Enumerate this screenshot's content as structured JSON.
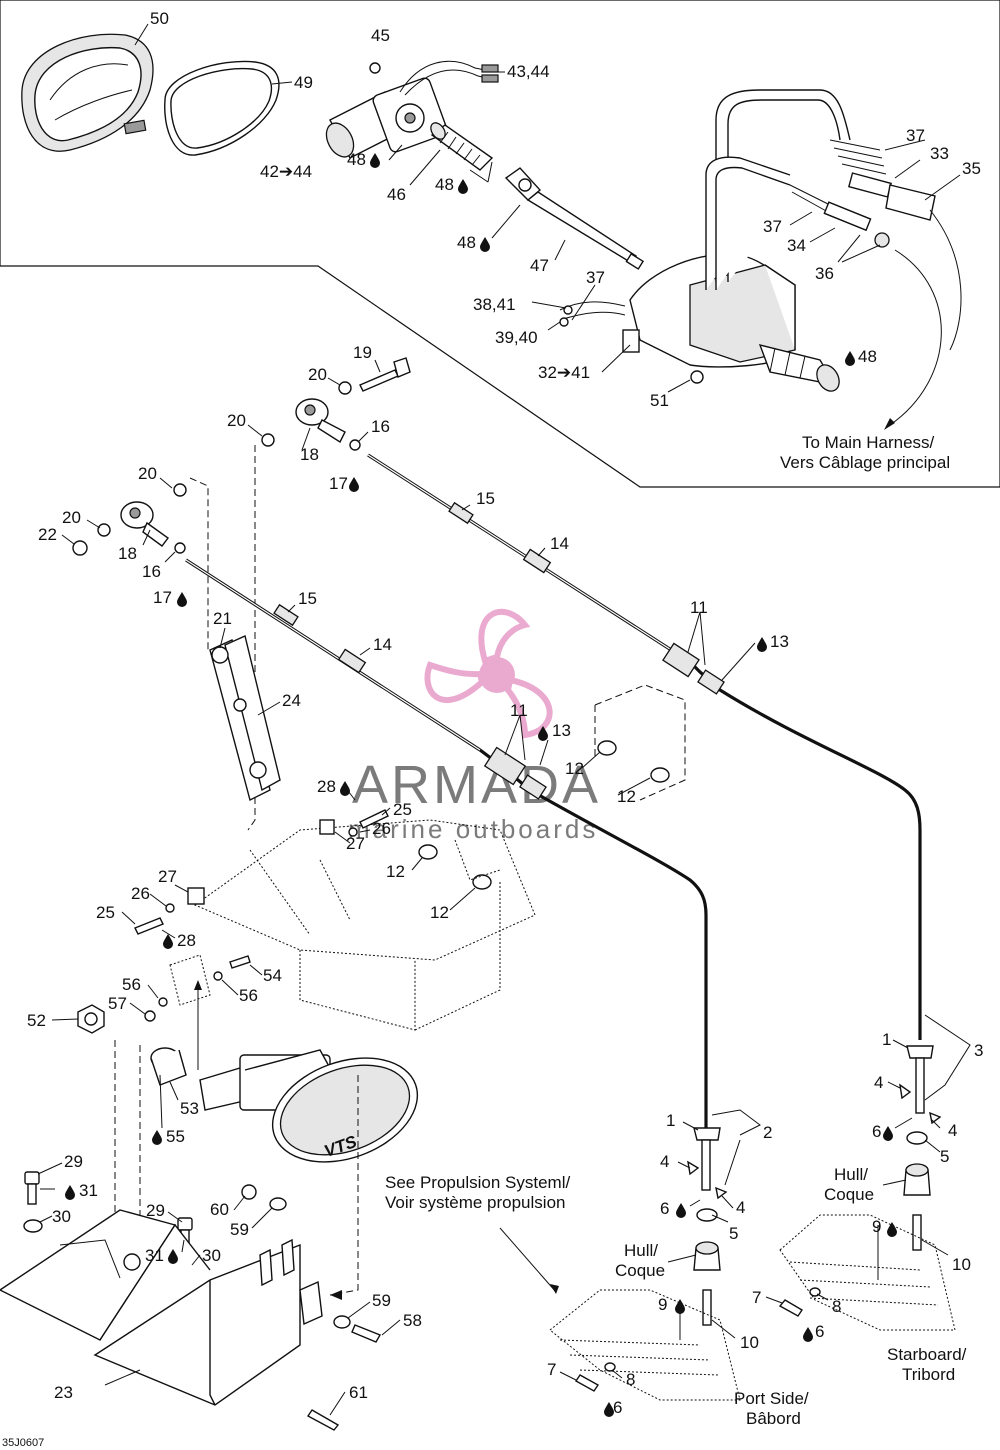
{
  "figure_code": "35J0607",
  "watermark": {
    "brand": "ARMADA",
    "tagline": "marine outboards",
    "accent": "#e79cc8"
  },
  "notes": {
    "harness_line1": "To Main Harness/",
    "harness_line2": "Vers Câblage principal",
    "propulsion_line1": "See Propulsion Systeml/",
    "propulsion_line2": "Voir système propulsion",
    "hull1_line1": "Hull/",
    "hull1_line2": "Coque",
    "hull2_line1": "Hull/",
    "hull2_line2": "Coque",
    "port_line1": "Port Side/",
    "port_line2": "Bâbord",
    "starboard_line1": "Starboard/",
    "starboard_line2": "Tribord",
    "knob_text": "VTS"
  },
  "callouts": {
    "c50": "50",
    "c49": "49",
    "c45": "45",
    "c4344": "43,44",
    "c4244": "42➔44",
    "c48a": "48",
    "c46": "46",
    "c48b": "48",
    "c48c": "48",
    "c47": "47",
    "c37a": "37",
    "c33": "33",
    "c35": "35",
    "c37b": "37",
    "c34": "34",
    "c36": "36",
    "c37c": "37",
    "c3841": "38,41",
    "c3940": "39,40",
    "c3241": "32➔41",
    "c51": "51",
    "c48d": "48",
    "c19": "19",
    "c20a": "20",
    "c20b": "20",
    "c16a": "16",
    "c18a": "18",
    "c17a": "17",
    "c15a": "15",
    "c14a": "14",
    "c11a": "11",
    "c13a": "13",
    "c20c": "20",
    "c20d": "20",
    "c22": "22",
    "c18b": "18",
    "c16b": "16",
    "c17b": "17",
    "c21": "21",
    "c15b": "15",
    "c14b": "14",
    "c24": "24",
    "c11b": "11",
    "c13b": "13",
    "c12a": "12",
    "c12b": "12",
    "c28a": "28",
    "c25a": "25",
    "c26a": "26",
    "c27a": "27",
    "c12c": "12",
    "c12d": "12",
    "c27b": "27",
    "c26b": "26",
    "c25b": "25",
    "c28b": "28",
    "c54": "54",
    "c56a": "56",
    "c56b": "56",
    "c57": "57",
    "c52": "52",
    "c53": "53",
    "c55": "55",
    "c29a": "29",
    "c31a": "31",
    "c30a": "30",
    "c29b": "29",
    "c60": "60",
    "c59a": "59",
    "c31b": "31",
    "c30b": "30",
    "c59b": "59",
    "c58": "58",
    "c23": "23",
    "c61": "61",
    "c1a": "1",
    "c2": "2",
    "c4a": "4",
    "c6a": "6",
    "c4b": "4",
    "c5a": "5",
    "c9a": "9",
    "c10a": "10",
    "c7a": "7",
    "c8a": "8",
    "c6b": "6",
    "c1b": "1",
    "c3": "3",
    "c4c": "4",
    "c6c": "6",
    "c4d": "4",
    "c5b": "5",
    "c9b": "9",
    "c10b": "10",
    "c7b": "7",
    "c8b": "8",
    "c6d": "6"
  }
}
